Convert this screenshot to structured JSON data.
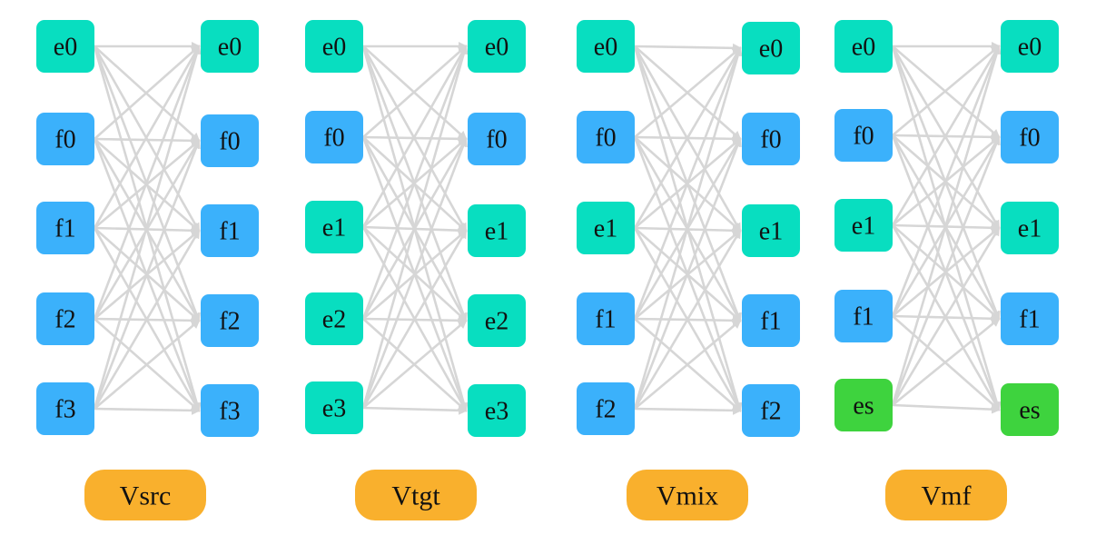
{
  "colors": {
    "e": "#08dec0",
    "f": "#3bb1fb",
    "s": "#3ed33e",
    "label": "#f9b02d",
    "edge": "#d6d6d6"
  },
  "groups": [
    {
      "name": "Vsrc",
      "left": [
        {
          "text": "e0",
          "kind": "e"
        },
        {
          "text": "f0",
          "kind": "f"
        },
        {
          "text": "f1",
          "kind": "f"
        },
        {
          "text": "f2",
          "kind": "f"
        },
        {
          "text": "f3",
          "kind": "f"
        }
      ],
      "right": [
        {
          "text": "e0",
          "kind": "e"
        },
        {
          "text": "f0",
          "kind": "f"
        },
        {
          "text": "f1",
          "kind": "f"
        },
        {
          "text": "f2",
          "kind": "f"
        },
        {
          "text": "f3",
          "kind": "f"
        }
      ]
    },
    {
      "name": "Vtgt",
      "left": [
        {
          "text": "e0",
          "kind": "e"
        },
        {
          "text": "f0",
          "kind": "f"
        },
        {
          "text": "e1",
          "kind": "e"
        },
        {
          "text": "e2",
          "kind": "e"
        },
        {
          "text": "e3",
          "kind": "e"
        }
      ],
      "right": [
        {
          "text": "e0",
          "kind": "e"
        },
        {
          "text": "f0",
          "kind": "f"
        },
        {
          "text": "e1",
          "kind": "e"
        },
        {
          "text": "e2",
          "kind": "e"
        },
        {
          "text": "e3",
          "kind": "e"
        }
      ]
    },
    {
      "name": "Vmix",
      "left": [
        {
          "text": "e0",
          "kind": "e"
        },
        {
          "text": "f0",
          "kind": "f"
        },
        {
          "text": "e1",
          "kind": "e"
        },
        {
          "text": "f1",
          "kind": "f"
        },
        {
          "text": "f2",
          "kind": "f"
        }
      ],
      "right": [
        {
          "text": "e0",
          "kind": "e"
        },
        {
          "text": "f0",
          "kind": "f"
        },
        {
          "text": "e1",
          "kind": "e"
        },
        {
          "text": "f1",
          "kind": "f"
        },
        {
          "text": "f2",
          "kind": "f"
        }
      ]
    },
    {
      "name": "Vmf",
      "left": [
        {
          "text": "e0",
          "kind": "e"
        },
        {
          "text": "f0",
          "kind": "f"
        },
        {
          "text": "e1",
          "kind": "e"
        },
        {
          "text": "f1",
          "kind": "f"
        },
        {
          "text": "es",
          "kind": "s"
        }
      ],
      "right": [
        {
          "text": "e0",
          "kind": "e"
        },
        {
          "text": "f0",
          "kind": "f"
        },
        {
          "text": "e1",
          "kind": "e"
        },
        {
          "text": "f1",
          "kind": "f"
        },
        {
          "text": "es",
          "kind": "s"
        }
      ]
    }
  ]
}
